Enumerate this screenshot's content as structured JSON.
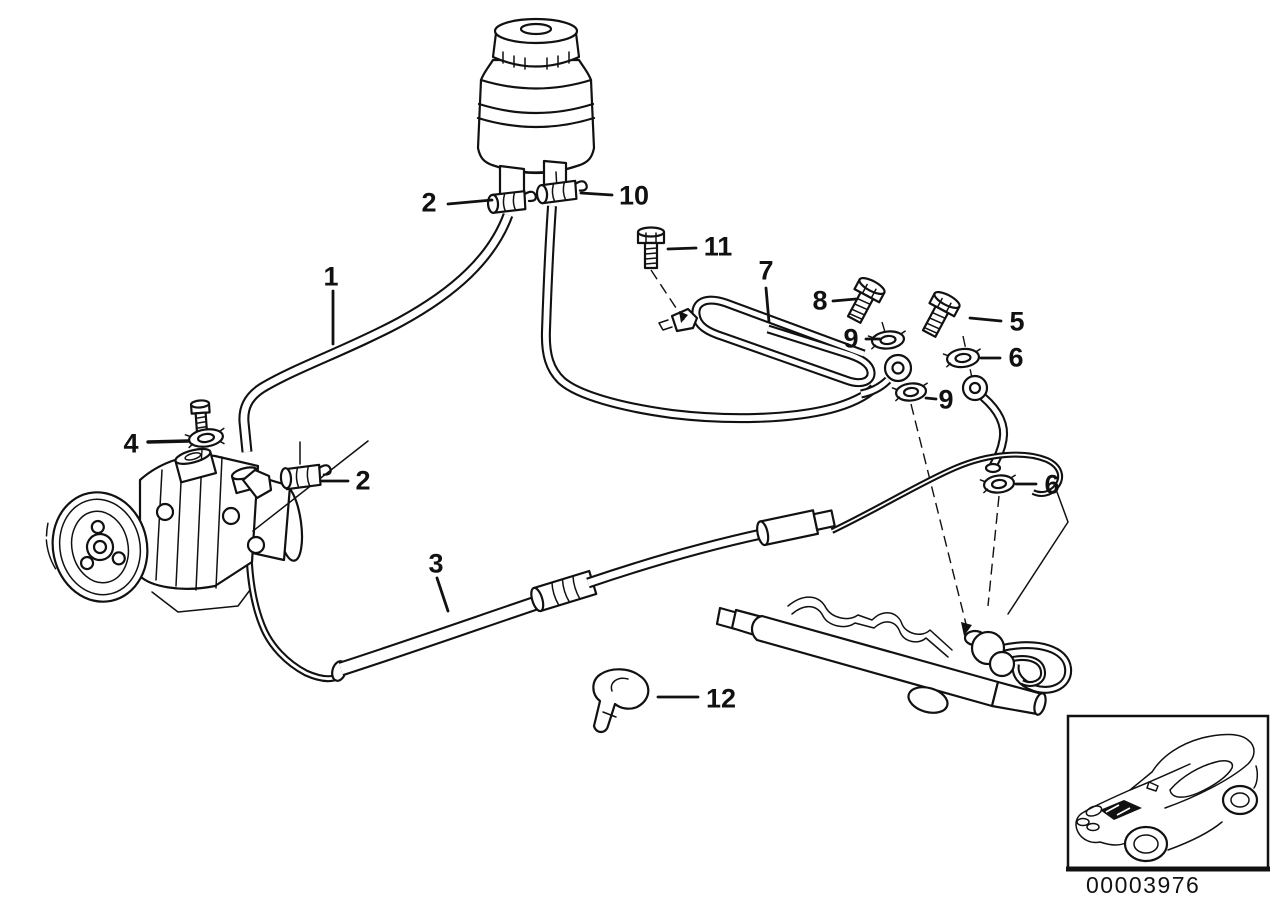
{
  "diagram": {
    "callouts": {
      "c1": "1",
      "c2_top": "2",
      "c10": "10",
      "c11": "11",
      "c7": "7",
      "c8": "8",
      "c5": "5",
      "c9_upper": "9",
      "c6_upper": "6",
      "c9_lower": "9",
      "c6_lower": "6",
      "c4": "4",
      "c2_pump": "2",
      "c3": "3",
      "c12": "12"
    },
    "inset": {
      "part_number": "00003976"
    }
  }
}
